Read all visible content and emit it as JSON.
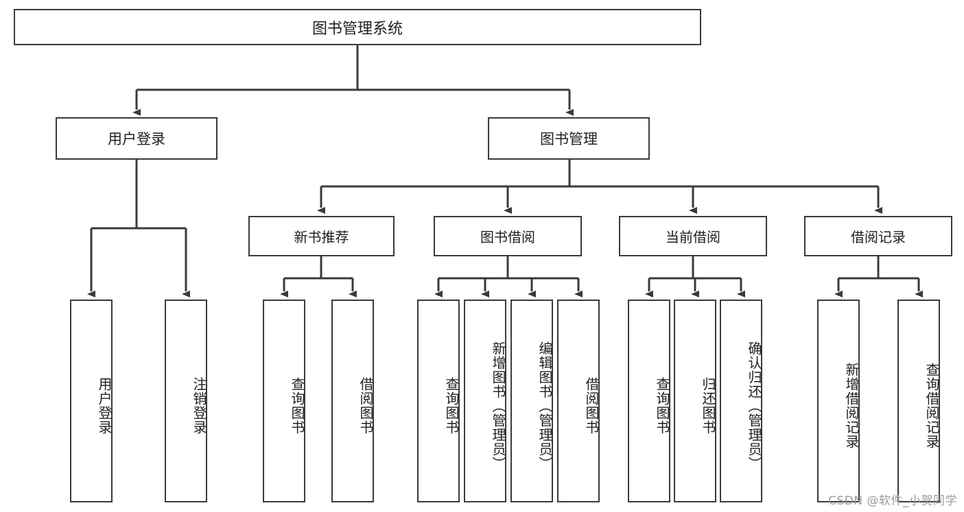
{
  "diagram": {
    "type": "tree",
    "title": "图书管理系统",
    "watermark": "CSDN @软件_小贺同学",
    "colors": {
      "node_border": "#3a3a3a",
      "node_fill": "#ffffff",
      "edge": "#3a3a3a",
      "text": "#1f1f1f",
      "watermark": "#9a9a9a"
    },
    "nodes": {
      "root": {
        "label": "图书管理系统",
        "level": 0
      },
      "user_login": {
        "label": "用户登录",
        "level": 1
      },
      "book_manage": {
        "label": "图书管理",
        "level": 1
      },
      "new_book_rec": {
        "label": "新书推荐",
        "level": 2
      },
      "book_borrow": {
        "label": "图书借阅",
        "level": 2
      },
      "current_borrow": {
        "label": "当前借阅",
        "level": 2
      },
      "borrow_record": {
        "label": "借阅记录",
        "level": 2
      },
      "leaf_user_login": {
        "label": "用户登录",
        "level": 3
      },
      "leaf_logout": {
        "label": "注销登录",
        "level": 3
      },
      "leaf_query_book_1": {
        "label": "查询图书",
        "level": 3
      },
      "leaf_borrow_book_1": {
        "label": "借阅图书",
        "level": 3
      },
      "leaf_query_book_2": {
        "label": "查询图书",
        "level": 3
      },
      "leaf_add_book": {
        "label": "新增图书（管理员）",
        "level": 3
      },
      "leaf_edit_book": {
        "label": "编辑图书（管理员）",
        "level": 3
      },
      "leaf_borrow_book_2": {
        "label": "借阅图书",
        "level": 3
      },
      "leaf_query_book_3": {
        "label": "查询图书",
        "level": 3
      },
      "leaf_return_book": {
        "label": "归还图书",
        "level": 3
      },
      "leaf_confirm_return": {
        "label": "确认归还（管理员）",
        "level": 3
      },
      "leaf_add_record": {
        "label": "新增借阅记录",
        "level": 3
      },
      "leaf_query_record": {
        "label": "查询借阅记录",
        "level": 3
      }
    },
    "edges": [
      {
        "from": "root",
        "to": "user_login"
      },
      {
        "from": "root",
        "to": "book_manage"
      },
      {
        "from": "user_login",
        "to": "leaf_user_login"
      },
      {
        "from": "user_login",
        "to": "leaf_logout"
      },
      {
        "from": "book_manage",
        "to": "new_book_rec"
      },
      {
        "from": "book_manage",
        "to": "book_borrow"
      },
      {
        "from": "book_manage",
        "to": "current_borrow"
      },
      {
        "from": "book_manage",
        "to": "borrow_record"
      },
      {
        "from": "new_book_rec",
        "to": "leaf_query_book_1"
      },
      {
        "from": "new_book_rec",
        "to": "leaf_borrow_book_1"
      },
      {
        "from": "book_borrow",
        "to": "leaf_query_book_2"
      },
      {
        "from": "book_borrow",
        "to": "leaf_add_book"
      },
      {
        "from": "book_borrow",
        "to": "leaf_edit_book"
      },
      {
        "from": "book_borrow",
        "to": "leaf_borrow_book_2"
      },
      {
        "from": "current_borrow",
        "to": "leaf_query_book_3"
      },
      {
        "from": "current_borrow",
        "to": "leaf_return_book"
      },
      {
        "from": "current_borrow",
        "to": "leaf_confirm_return"
      },
      {
        "from": "borrow_record",
        "to": "leaf_add_record"
      },
      {
        "from": "borrow_record",
        "to": "leaf_query_record"
      }
    ]
  }
}
